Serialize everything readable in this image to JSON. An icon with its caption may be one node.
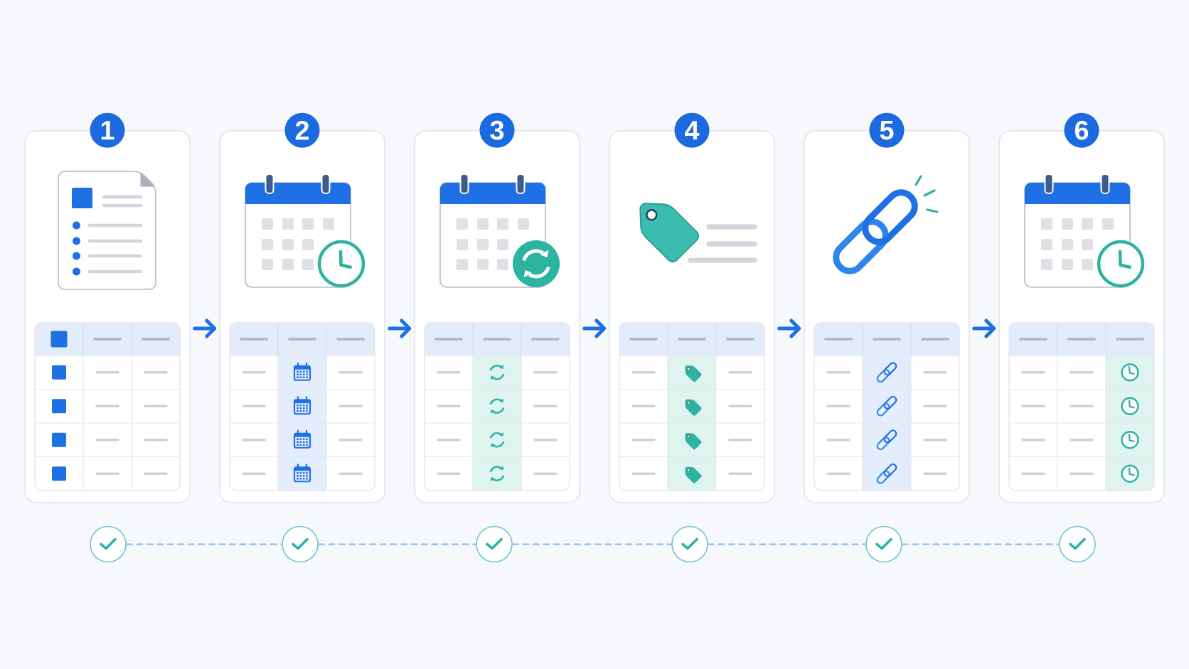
{
  "diagram": {
    "nodes": [
      {
        "text": [
          "1"
        ]
      },
      {
        "text": [
          "2"
        ]
      },
      {
        "text": [
          "3"
        ]
      },
      {
        "text": [
          "4"
        ]
      },
      {
        "text": [
          "5"
        ]
      },
      {
        "text": [
          "6"
        ]
      },
      {
        "text": [],
        "shape": "circle"
      },
      {
        "text": [],
        "shape": "circle"
      },
      {
        "text": [],
        "shape": "circle"
      },
      {
        "text": [],
        "shape": "circle"
      },
      {
        "text": [],
        "shape": "circle"
      },
      {
        "text": [],
        "shape": "circle"
      }
    ],
    "edges": [
      {
        "from": 0,
        "to": 1,
        "arrow": "to",
        "style": "thick"
      },
      {
        "from": 1,
        "to": 2,
        "arrow": "to",
        "style": "thick"
      },
      {
        "from": 2,
        "to": 3,
        "arrow": "to",
        "style": "thick"
      },
      {
        "from": 3,
        "to": 4,
        "arrow": "to",
        "style": "thick"
      },
      {
        "from": 4,
        "to": 5,
        "arrow": "to",
        "style": "thick"
      },
      {
        "from": 6,
        "to": 7,
        "arrow": "none",
        "style": "dashed",
        "color": "#8ab4f0"
      },
      {
        "from": 7,
        "to": 8,
        "arrow": "none",
        "style": "dashed",
        "color": "#8ab4f0"
      },
      {
        "from": 8,
        "to": 9,
        "arrow": "none",
        "style": "dashed",
        "color": "#8ab4f0"
      },
      {
        "from": 9,
        "to": 10,
        "arrow": "none",
        "style": "dashed",
        "color": "#8ab4f0"
      },
      {
        "from": 10,
        "to": 11,
        "arrow": "none",
        "style": "dashed",
        "color": "#8ab4f0"
      }
    ]
  }
}
